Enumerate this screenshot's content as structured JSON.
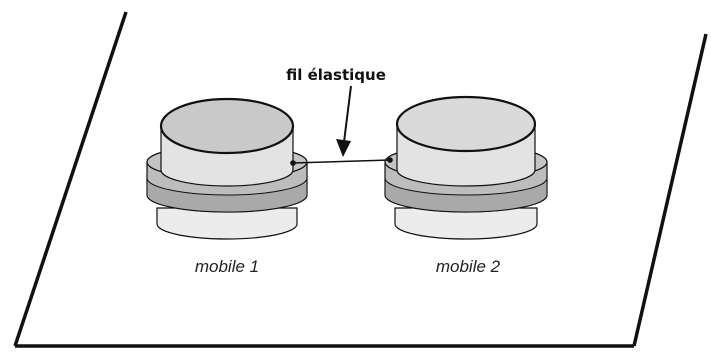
{
  "labels": {
    "wire": "fil élastique",
    "mobile_1": "mobile 1",
    "mobile_2": "mobile 2"
  },
  "colors": {
    "outline": "#111111",
    "puck_top_left": "#c9c9c9",
    "puck_top_right": "#dadada",
    "puck_side": "#e3e3e3",
    "collar": "#bdbdbd",
    "collar_band": "#a9a9a9",
    "base": "#ececec"
  }
}
